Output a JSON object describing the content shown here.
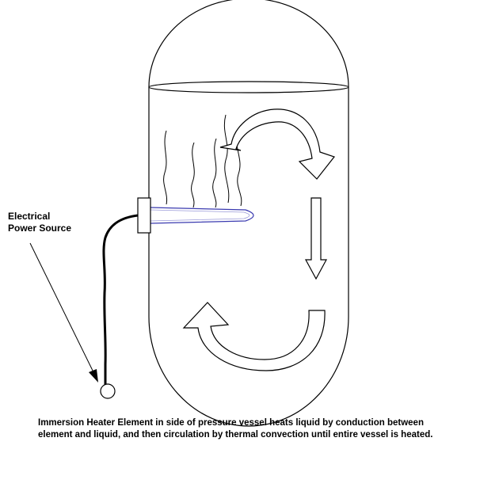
{
  "diagram": {
    "power_label_line1": "Electrical",
    "power_label_line2": "Power Source",
    "caption_line1": "Immersion Heater Element in side of pressure vessel heats liquid by conduction between",
    "caption_line2": "element and liquid, and then circulation by thermal convection until entire vessel is heated.",
    "colors": {
      "outline": "#000000",
      "heater_element": "#3a3ab0",
      "arrow_fill": "#ffffff",
      "background": "#ffffff"
    }
  }
}
